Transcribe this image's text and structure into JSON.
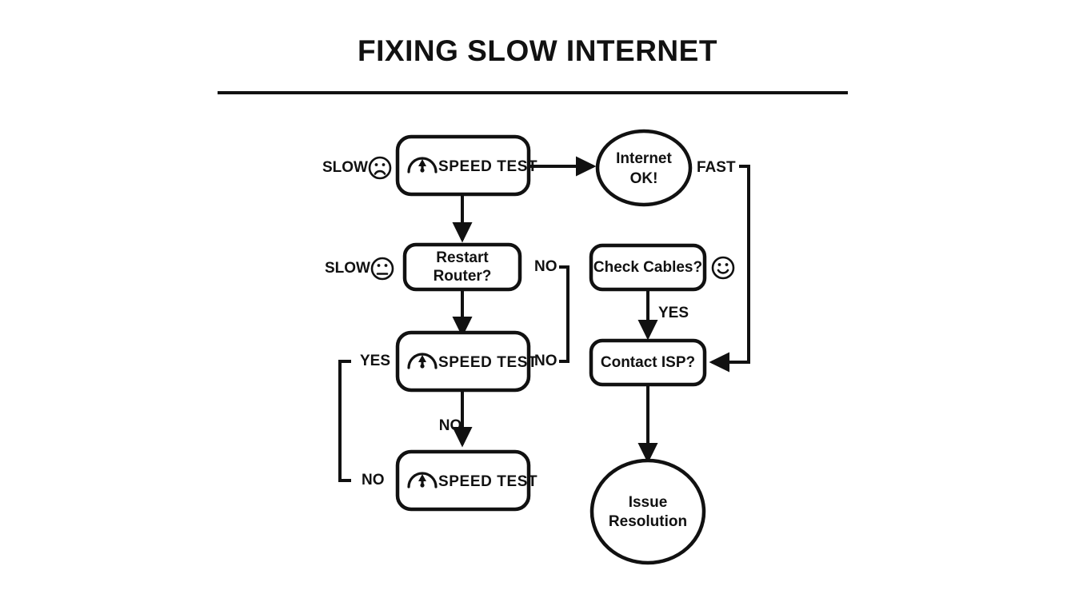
{
  "page": {
    "title": "FIXING SLOW INTERNET",
    "background_color": "#ffffff",
    "ink_color": "#111111"
  },
  "chart_data": {
    "type": "diagram",
    "diagram_kind": "flowchart",
    "title": "FIXING SLOW INTERNET",
    "nodes": [
      {
        "id": "speed-test-1",
        "label": "SPEED TEST",
        "shape": "rounded-rect",
        "icon": "speedometer-icon"
      },
      {
        "id": "internet-ok",
        "label": "Internet OK!",
        "label_line1": "Internet",
        "label_line2": "OK!",
        "shape": "ellipse"
      },
      {
        "id": "restart-router",
        "label": "Restart Router?",
        "label_line1": "Restart",
        "label_line2": "Router?",
        "shape": "rounded-rect"
      },
      {
        "id": "check-cables",
        "label": "Check Cables?",
        "shape": "rounded-rect"
      },
      {
        "id": "speed-test-2",
        "label": "SPEED TEST",
        "shape": "rounded-rect",
        "icon": "speedometer-icon"
      },
      {
        "id": "contact-isp",
        "label": "Contact ISP?",
        "shape": "rounded-rect"
      },
      {
        "id": "speed-test-3",
        "label": "SPEED TEST",
        "shape": "rounded-rect",
        "icon": "speedometer-icon"
      },
      {
        "id": "issue-resolution",
        "label": "Issue Resolution",
        "label_line1": "Issue",
        "label_line2": "Resolution",
        "shape": "ellipse"
      }
    ],
    "edges": [
      {
        "from": "speed-test-1",
        "to": "internet-ok",
        "label": ""
      },
      {
        "from": "speed-test-1",
        "to": "restart-router",
        "label": ""
      },
      {
        "from": "restart-router",
        "to": "speed-test-2",
        "label": ""
      },
      {
        "from": "restart-router",
        "to": "speed-test-2",
        "label_from": "NO",
        "label_to": "NO",
        "routing": "right-side"
      },
      {
        "from": "speed-test-2",
        "to": "speed-test-3",
        "label": "NO"
      },
      {
        "from": "speed-test-2",
        "to": "speed-test-3",
        "label_from": "YES",
        "label_to": "NO",
        "routing": "left-side"
      },
      {
        "from": "check-cables",
        "to": "contact-isp",
        "label": "YES"
      },
      {
        "from": "internet-ok",
        "to": "contact-isp",
        "label": "FAST",
        "routing": "right-side"
      },
      {
        "from": "contact-isp",
        "to": "issue-resolution",
        "label": ""
      }
    ],
    "annotations": [
      {
        "text": "SLOW",
        "icon": "sad-face-icon",
        "near": "speed-test-1"
      },
      {
        "text": "SLOW",
        "icon": "neutral-face-icon",
        "near": "restart-router"
      },
      {
        "text": "FAST",
        "near": "internet-ok"
      },
      {
        "icon": "happy-face-icon",
        "near": "check-cables"
      }
    ]
  },
  "nodes": {
    "speed_test_1": {
      "label": "SPEED TEST"
    },
    "internet_ok": {
      "line1": "Internet",
      "line2": "OK!"
    },
    "restart_router": {
      "line1": "Restart",
      "line2": "Router?"
    },
    "check_cables": {
      "label": "Check Cables?"
    },
    "speed_test_2": {
      "label": "SPEED TEST"
    },
    "contact_isp": {
      "label": "Contact ISP?"
    },
    "speed_test_3": {
      "label": "SPEED TEST"
    },
    "issue_resolution": {
      "line1": "Issue",
      "line2": "Resolution"
    }
  },
  "labels": {
    "slow_top": "SLOW",
    "slow_mid": "SLOW",
    "fast": "FAST",
    "no_restart_right": "NO",
    "no_speed2_right": "NO",
    "yes_speed2_left": "YES",
    "no_speed3_left": "NO",
    "no_speed2_down": "NO",
    "yes_cables": "YES"
  }
}
